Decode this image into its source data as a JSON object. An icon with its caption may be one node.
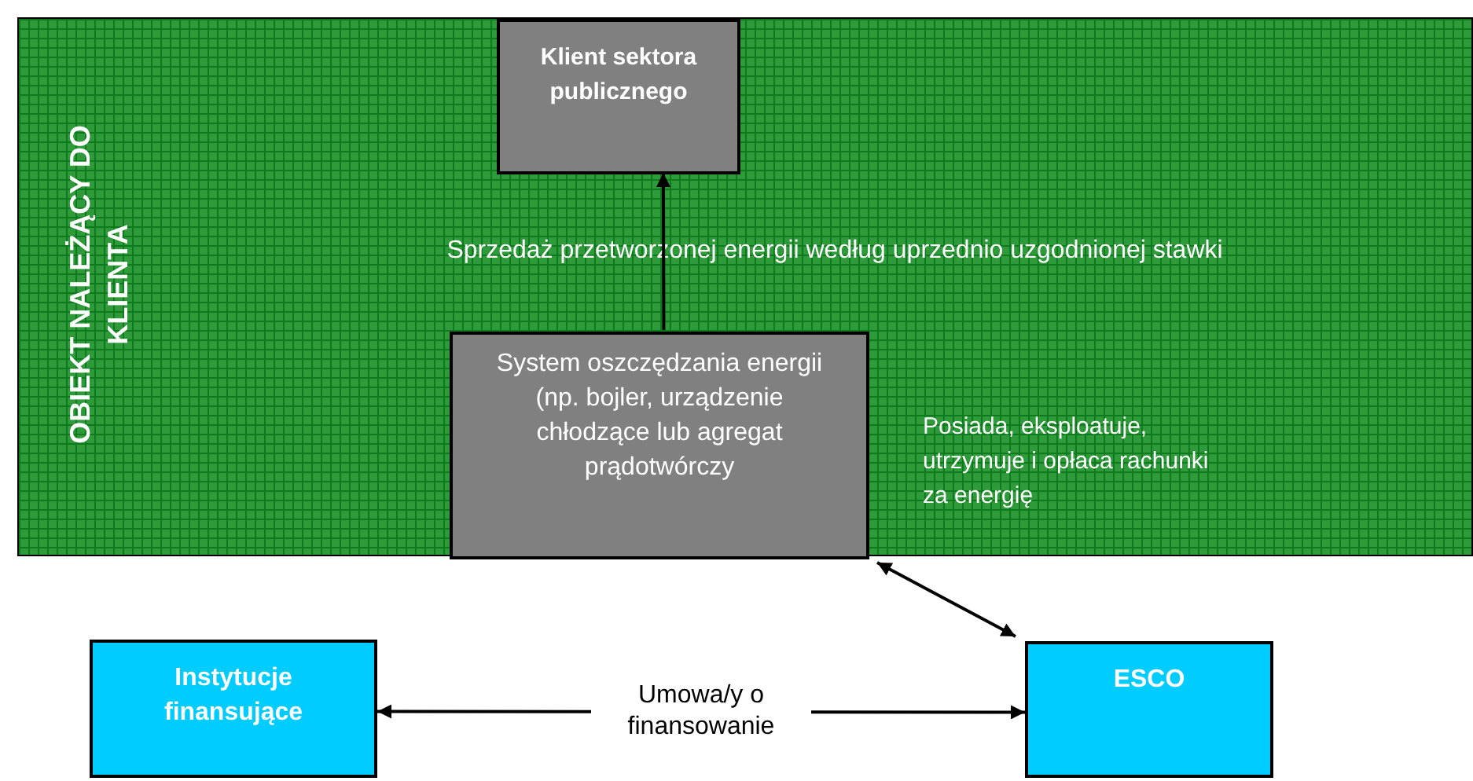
{
  "diagram": {
    "nodes": [
      {
        "text": [
          "OBIEKT NALEŻĄCY DO KLIENTA"
        ]
      },
      {
        "text": [
          "Klient sektora publicznego"
        ],
        "in": 0
      },
      {
        "text": [
          "System oszczędzania energii (np. bojler, urządzenie chłodzące lub agregat prądotwórczy"
        ],
        "in": 0
      },
      {
        "text": [
          "Instytucje finansujące"
        ]
      },
      {
        "text": [
          "ESCO"
        ]
      }
    ],
    "edges": [
      {
        "from": 2,
        "to": 1,
        "arrow": "to"
      },
      {
        "from": 2,
        "to": 4,
        "arrow": "both"
      },
      {
        "from": 4,
        "to": 3,
        "arrow": "both",
        "label": "Umowa/y o finansowanie"
      }
    ],
    "labels": [
      "Sprzedaż przetworzonej energii według uprzednio uzgodnionej stawki",
      "Posiada, eksploatuje, utrzymuje i opłaca rachunki za energię"
    ]
  }
}
